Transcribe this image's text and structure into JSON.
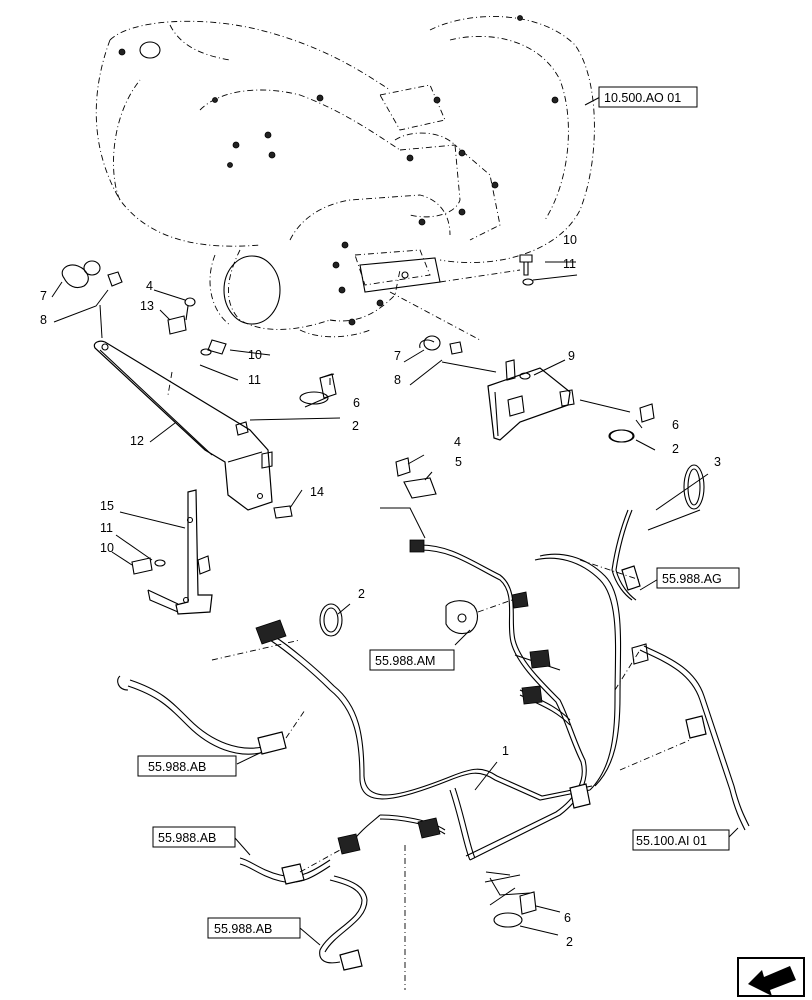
{
  "callouts": [
    {
      "id": "c1",
      "text": "1"
    },
    {
      "id": "c2a",
      "text": "2"
    },
    {
      "id": "c2b",
      "text": "2"
    },
    {
      "id": "c2c",
      "text": "2"
    },
    {
      "id": "c2d",
      "text": "2"
    },
    {
      "id": "c3",
      "text": "3"
    },
    {
      "id": "c4a",
      "text": "4"
    },
    {
      "id": "c4b",
      "text": "4"
    },
    {
      "id": "c5",
      "text": "5"
    },
    {
      "id": "c6a",
      "text": "6"
    },
    {
      "id": "c6b",
      "text": "6"
    },
    {
      "id": "c6c",
      "text": "6"
    },
    {
      "id": "c7a",
      "text": "7"
    },
    {
      "id": "c7b",
      "text": "7"
    },
    {
      "id": "c8a",
      "text": "8"
    },
    {
      "id": "c8b",
      "text": "8"
    },
    {
      "id": "c9",
      "text": "9"
    },
    {
      "id": "c10a",
      "text": "10"
    },
    {
      "id": "c10b",
      "text": "10"
    },
    {
      "id": "c10c",
      "text": "10"
    },
    {
      "id": "c11a",
      "text": "11"
    },
    {
      "id": "c11b",
      "text": "11"
    },
    {
      "id": "c11c",
      "text": "11"
    },
    {
      "id": "c12",
      "text": "12"
    },
    {
      "id": "c13",
      "text": "13"
    },
    {
      "id": "c14",
      "text": "14"
    },
    {
      "id": "c15",
      "text": "15"
    }
  ],
  "references": [
    {
      "id": "r1",
      "text": "10.500.AO 01"
    },
    {
      "id": "r2",
      "text": "55.988.AG"
    },
    {
      "id": "r3",
      "text": "55.988.AM"
    },
    {
      "id": "r4",
      "text": "55.988.AB"
    },
    {
      "id": "r5",
      "text": "55.100.AI 01"
    },
    {
      "id": "r6",
      "text": "55.988.AB"
    },
    {
      "id": "r7",
      "text": "55.988.AB"
    }
  ],
  "nav_icon": "arrow-previous-icon"
}
